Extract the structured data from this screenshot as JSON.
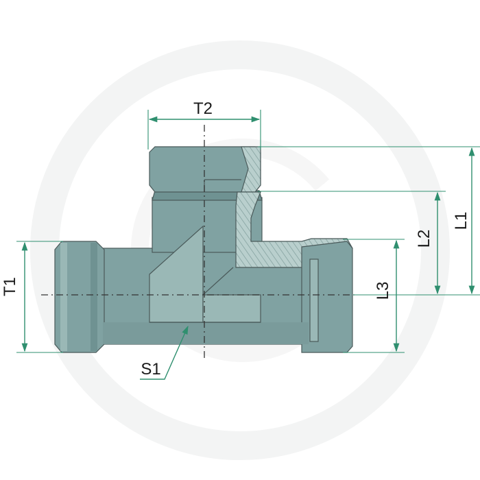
{
  "labels": {
    "t1": "T1",
    "t2": "T2",
    "l1": "L1",
    "l2": "L2",
    "l3": "L3",
    "s1": "S1"
  },
  "colors": {
    "body_fill": "#80a2a2",
    "body_light": "#9ab8b6",
    "body_dark": "#6f9292",
    "hatch_bg": "#b9cfcd",
    "outline": "#4a5a5a",
    "dimension": "#2f8f6f",
    "watermark": "#f3f4f4",
    "text": "#1a1a1a"
  },
  "icons": {
    "watermark": "ring-logo-watermark",
    "leader_arrow": "arrowhead"
  }
}
